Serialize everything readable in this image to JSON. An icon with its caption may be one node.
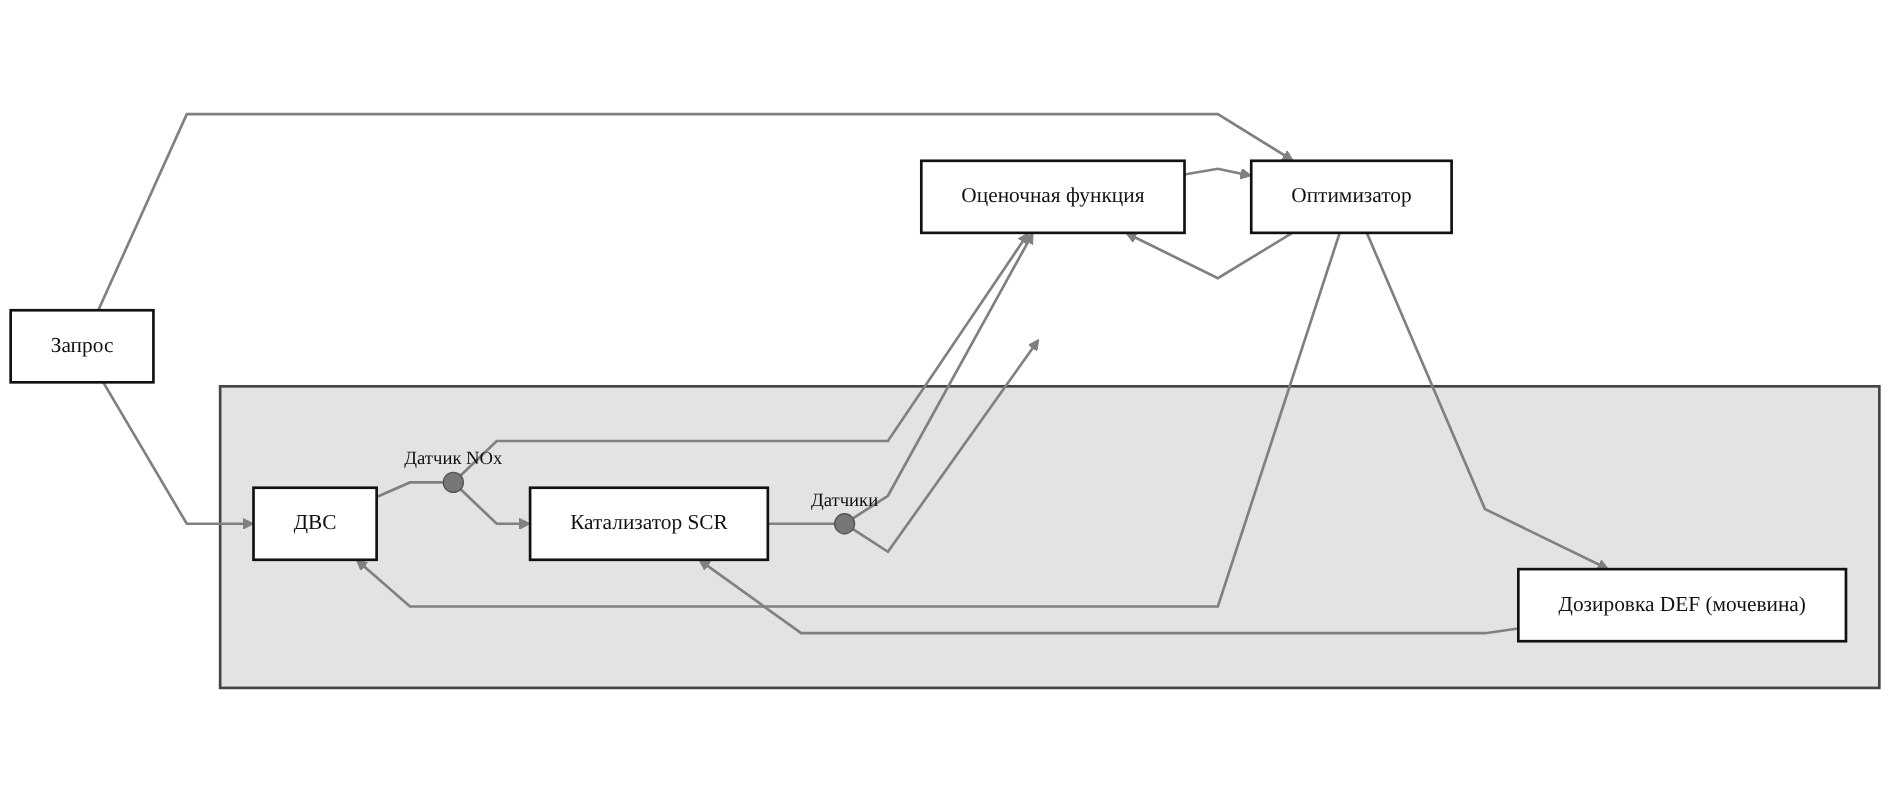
{
  "diagram": {
    "nodes": [
      {
        "text": [
          "Запрос"
        ]
      },
      {
        "text": [
          "Оптимизатор"
        ]
      },
      {
        "text": [],
        "shape": "box"
      },
      {
        "text": [
          "ДВС"
        ],
        "in": 2
      },
      {
        "text": [],
        "shape": "circle",
        "beside": [
          "Датчик NOx"
        ],
        "in": 2
      },
      {
        "text": [
          "Дозировка DEF (мочевина)"
        ],
        "in": 2
      },
      {
        "text": [
          "Катализатор SCR"
        ],
        "in": 2
      },
      {
        "text": [],
        "shape": "circle",
        "beside": [
          "Датчики"
        ],
        "in": 2
      },
      {
        "text": [
          "Оценочная функция"
        ]
      }
    ],
    "edges": [
      {
        "from": 0,
        "to": 3,
        "arrow": "to"
      },
      {
        "from": 0,
        "to": 1,
        "arrow": "to"
      },
      {
        "from": 1,
        "to": 3,
        "arrow": "to"
      },
      {
        "from": 1,
        "to": 5,
        "arrow": "to"
      },
      {
        "from": 1,
        "to": 8,
        "arrow": "to"
      },
      {
        "from": 3,
        "to": 4,
        "arrow": "none"
      },
      {
        "from": 4,
        "to": 6,
        "arrow": "to"
      },
      {
        "from": 5,
        "to": 6,
        "arrow": "to"
      },
      {
        "from": 6,
        "to": 7,
        "arrow": "none"
      },
      {
        "from": 7,
        "to": null,
        "arrow": "to"
      },
      {
        "from": 4,
        "to": 8,
        "arrow": "to"
      },
      {
        "from": 7,
        "to": 8,
        "arrow": "to"
      },
      {
        "from": 8,
        "to": 1,
        "arrow": "to"
      }
    ]
  }
}
